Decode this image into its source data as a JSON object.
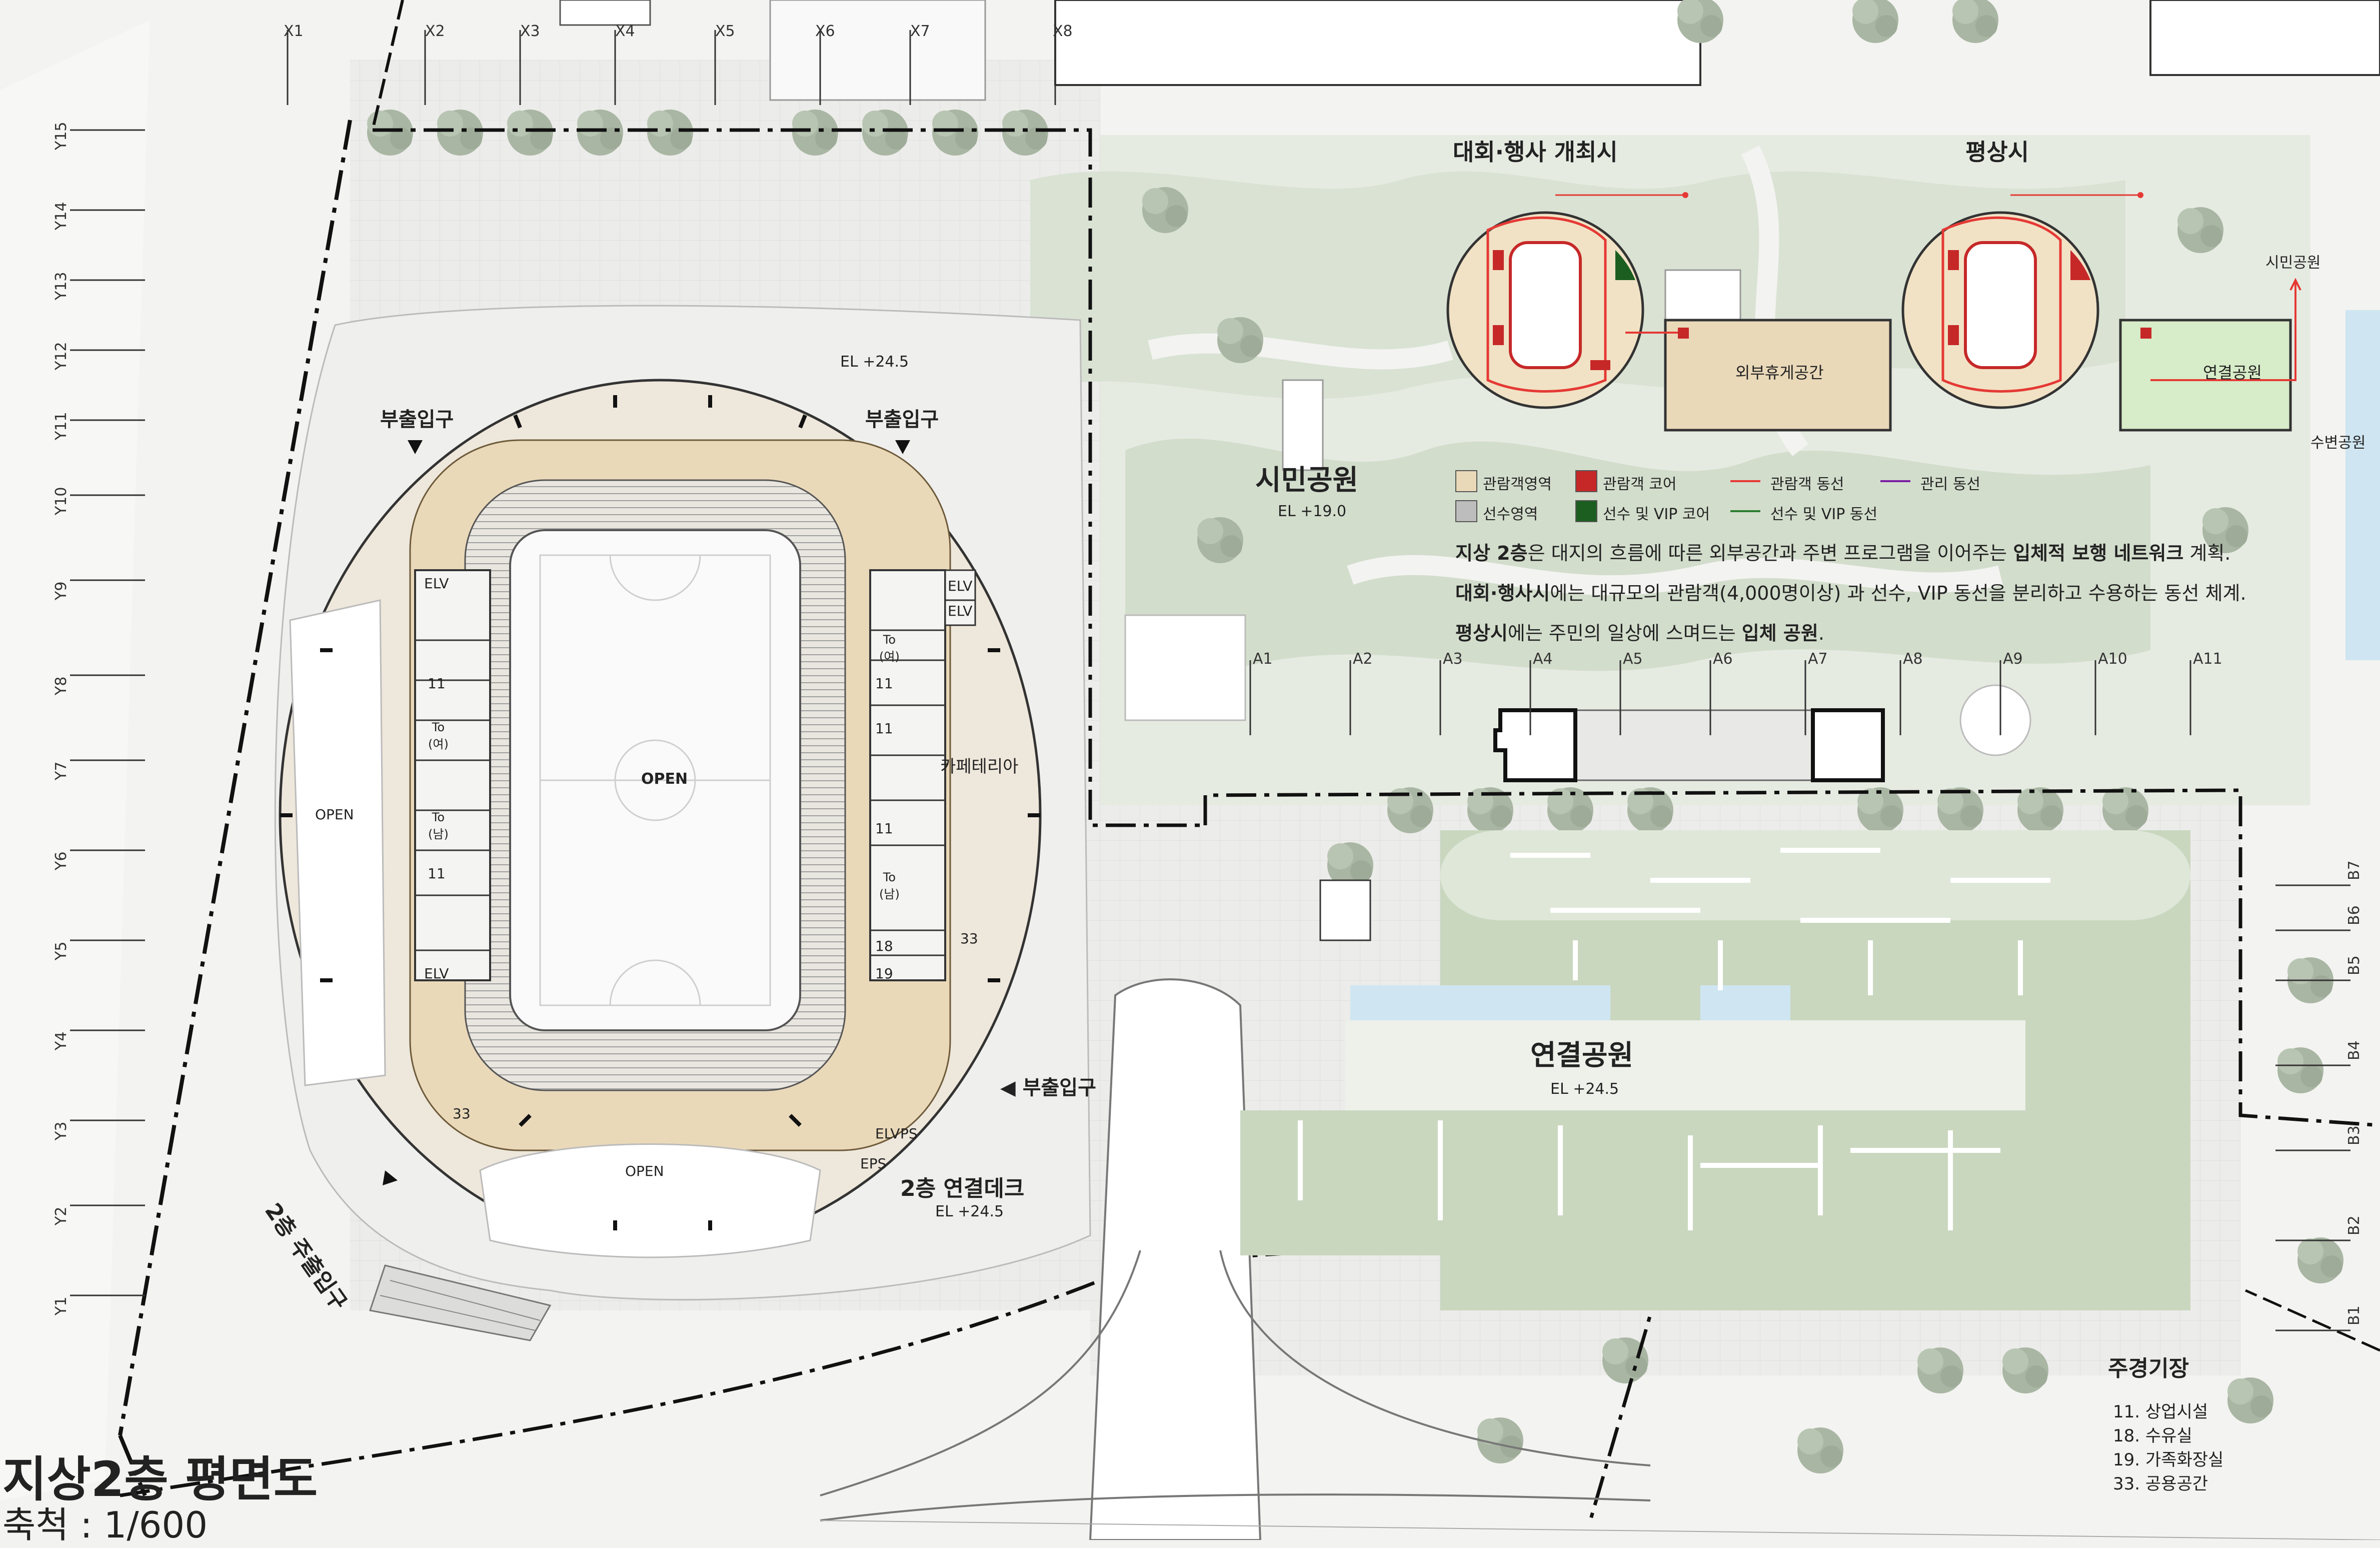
{
  "title": "지상2층 평면도",
  "scale": "축척 : 1/600",
  "grid_x": [
    "X1",
    "X2",
    "X3",
    "X4",
    "X5",
    "X6",
    "X7",
    "X8"
  ],
  "grid_y": [
    "Y15",
    "Y14",
    "Y13",
    "Y12",
    "Y11",
    "Y10",
    "Y9",
    "Y8",
    "Y7",
    "Y6",
    "Y5",
    "Y4",
    "Y3",
    "Y2",
    "Y1"
  ],
  "grid_a": [
    "A1",
    "A2",
    "A3",
    "A4",
    "A5",
    "A6",
    "A7",
    "A8",
    "A9",
    "A10",
    "A11"
  ],
  "grid_b": [
    "B7",
    "B6",
    "B5",
    "B4",
    "B3",
    "B2",
    "B1"
  ],
  "arena": {
    "el_top": "EL +24.5",
    "entrance_left": "부출입구",
    "entrance_right": "부출입구",
    "entrance_east": "◀ 부출입구",
    "court": "OPEN",
    "open_west": "OPEN",
    "open_south": "OPEN",
    "cafeteria": "카페테리아",
    "elv": "ELV",
    "to_f": "To\n(여)",
    "to_m": "To\n(남)",
    "room_11": "11",
    "room_18": "18",
    "room_19": "19",
    "room_33": "33",
    "ps": "PS",
    "eps": "EPS",
    "main_entrance": "2층 주출입구",
    "deck": "2층 연결데크",
    "deck_el": "EL +24.5"
  },
  "citizen_park": {
    "name": "시민공원",
    "el": "EL +19.0"
  },
  "connection_park": {
    "name": "연결공원",
    "el": "EL +24.5"
  },
  "diagram_event": {
    "title": "대회·행사 개최시",
    "box": "외부휴게공간"
  },
  "diagram_daily": {
    "title": "평상시",
    "box": "연결공원",
    "tag1": "시민공원",
    "tag2": "수변공원"
  },
  "legend": [
    {
      "label": "관람객영역",
      "color": "#ead9b9"
    },
    {
      "label": "관람객 코어",
      "color": "#c62828"
    },
    {
      "label": "관람객 동선",
      "color": "#e53935"
    },
    {
      "label": "관리 동선",
      "color": "#7b1fa2"
    },
    {
      "label": "선수영역",
      "color": "#bdbdbd"
    },
    {
      "label": "선수 및 VIP 코어",
      "color": "#1b5e20"
    },
    {
      "label": "선수 및 VIP 동선",
      "color": "#2e7d32"
    }
  ],
  "description": {
    "line1_a": "지상 2층",
    "line1_b": "은 대지의 흐름에 따른 외부공간과 주변 프로그램을 이어주는 ",
    "line1_c": "입체적 보행 네트워크",
    "line1_d": " 계획.",
    "line2_a": "대회·행사시",
    "line2_b": "에는 대규모의 관람객(4,000명이상) 과 선수,  VIP 동선을 분리하고 수용하는 동선 체계.",
    "line3_a": "평상시",
    "line3_b": "에는 주민의 일상에 스며드는 ",
    "line3_c": "입체 공원",
    "line3_d": "."
  },
  "key_rooms": {
    "title": "주경기장",
    "items": [
      "11. 상업시설",
      "18. 수유실",
      "19. 가족화장실",
      "33. 공용공간"
    ]
  },
  "colors": {
    "seating": "#ead9b9",
    "park": "#dfe8d8",
    "plaza": "#cfdcc6",
    "water": "#cfe6f2",
    "tree": "#a9b6a3"
  }
}
